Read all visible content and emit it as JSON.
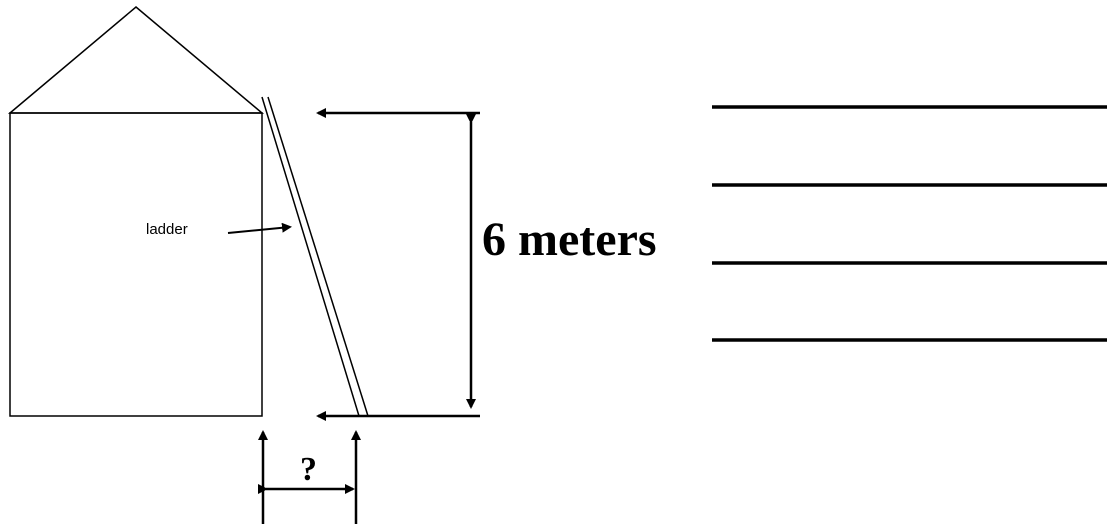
{
  "diagram": {
    "ladder_label": "ladder",
    "height_label": "6 meters",
    "distance_label": "?",
    "answer_lines_count": 4
  }
}
